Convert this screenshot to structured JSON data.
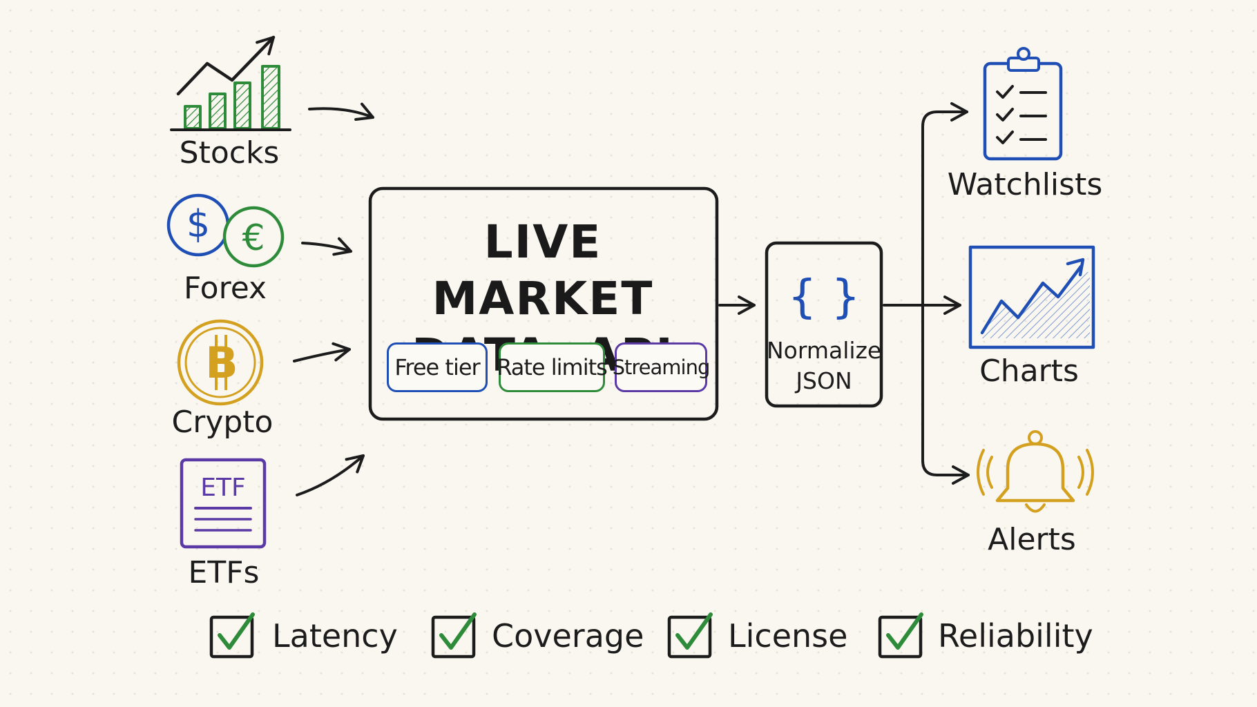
{
  "sources": [
    {
      "label": "Stocks",
      "icon": "bar-chart-icon",
      "color": "#2e8b3a"
    },
    {
      "label": "Forex",
      "icon": "currency-coins-icon",
      "color": "#1f4fb5"
    },
    {
      "label": "Crypto",
      "icon": "bitcoin-icon",
      "color": "#d4a020"
    },
    {
      "label": "ETFs",
      "icon": "etf-document-icon",
      "color": "#5b3aa6"
    }
  ],
  "api": {
    "title_line1": "LIVE MARKET",
    "title_line2": "DATA  API",
    "tags": [
      {
        "label": "Free tier",
        "color": "#1f4fb5"
      },
      {
        "label": "Rate limits",
        "color": "#2e8b3a"
      },
      {
        "label": "Streaming",
        "color": "#5b3aa6"
      }
    ]
  },
  "normalize": {
    "braces": "{ }",
    "line1": "Normalize",
    "line2": "JSON"
  },
  "outputs": [
    {
      "label": "Watchlists",
      "icon": "clipboard-checklist-icon",
      "color": "#1f4fb5"
    },
    {
      "label": "Charts",
      "icon": "area-chart-icon",
      "color": "#1f4fb5"
    },
    {
      "label": "Alerts",
      "icon": "bell-icon",
      "color": "#d4a020"
    }
  ],
  "criteria": [
    {
      "label": "Latency",
      "checked": true
    },
    {
      "label": "Coverage",
      "checked": true
    },
    {
      "label": "License",
      "checked": true
    },
    {
      "label": "Reliability",
      "checked": true
    }
  ],
  "colors": {
    "ink": "#1c1c1c",
    "green": "#2e8b3a",
    "blue": "#1f4fb5",
    "gold": "#d4a020",
    "purple": "#5b3aa6",
    "background": "#f9f7f0"
  }
}
